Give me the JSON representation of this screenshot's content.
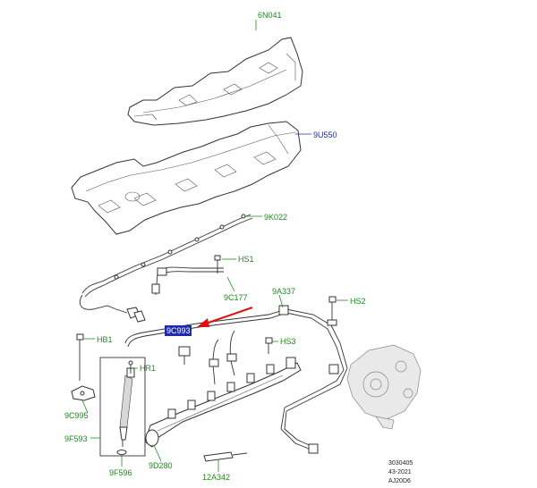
{
  "labels": {
    "p6N041": "6N041",
    "p9U550": "9U550",
    "p9K022": "9K022",
    "pHS1": "HS1",
    "p9C177": "9C177",
    "p9A337": "9A337",
    "pHS2": "HS2",
    "pHighlight": "9C993",
    "pHB1": "HB1",
    "pHR1": "HR1",
    "pHS3": "HS3",
    "p9C995": "9C995",
    "p9F593": "9F593",
    "p9F596": "9F596",
    "p9D280": "9D280",
    "p12A342": "12A342"
  },
  "stamp": {
    "line1": "3030405",
    "line2": "43-2021",
    "line3": "AJ20D6"
  },
  "colors": {
    "label_green": "#1f8a1f",
    "label_blue": "#1c2bb0",
    "highlight_bg": "#1c2bb0",
    "arrow_red": "#e01010"
  }
}
